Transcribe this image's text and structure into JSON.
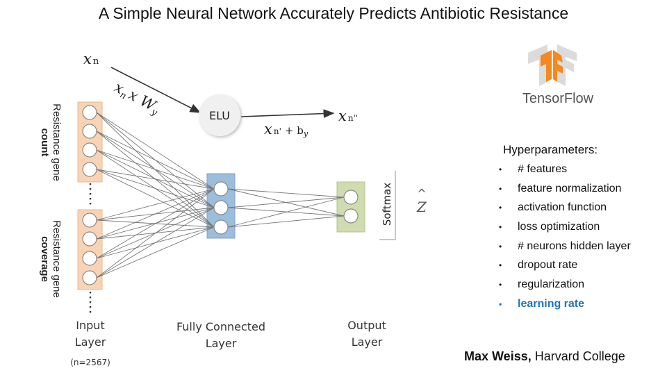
{
  "title": "A Simple Neural Network Accurately Predicts Antibiotic Resistance",
  "diagram": {
    "input_label": "xn",
    "weight_expr": "xn x Wy",
    "activation": "ELU",
    "bias_expr": "xn' + by",
    "output_expr": "xn''",
    "softmax": "Softmax",
    "prediction": "Z",
    "resistance_count_line1": "Resistance gene",
    "resistance_count_line2": "count",
    "resistance_coverage_line1": "Resistance gene",
    "resistance_coverage_line2": "coverage",
    "input_layer": [
      "Input",
      "Layer"
    ],
    "input_n": "(n=2567)",
    "fc_layer": [
      "Fully Connected",
      "Layer"
    ],
    "output_layer": [
      "Output",
      "Layer"
    ]
  },
  "logo": {
    "name": "TensorFlow",
    "brand_orange": "#f4891f",
    "text_color": "#555555"
  },
  "hyperparameters": {
    "heading": "Hyperparameters:",
    "items": [
      "# features",
      "feature normalization",
      "activation function",
      "loss optimization",
      "# neurons hidden layer",
      "dropout rate",
      "regularization",
      "learning rate"
    ],
    "highlight_color": "#1f74b8"
  },
  "author": {
    "name": "Max Weiss,",
    "affiliation": "Harvard College"
  },
  "colors": {
    "input_layer": "#f9d4b4",
    "hidden_layer": "#9cbddb",
    "output_layer": "#cfdcb0",
    "elu_circle": "#f0f0f0"
  }
}
